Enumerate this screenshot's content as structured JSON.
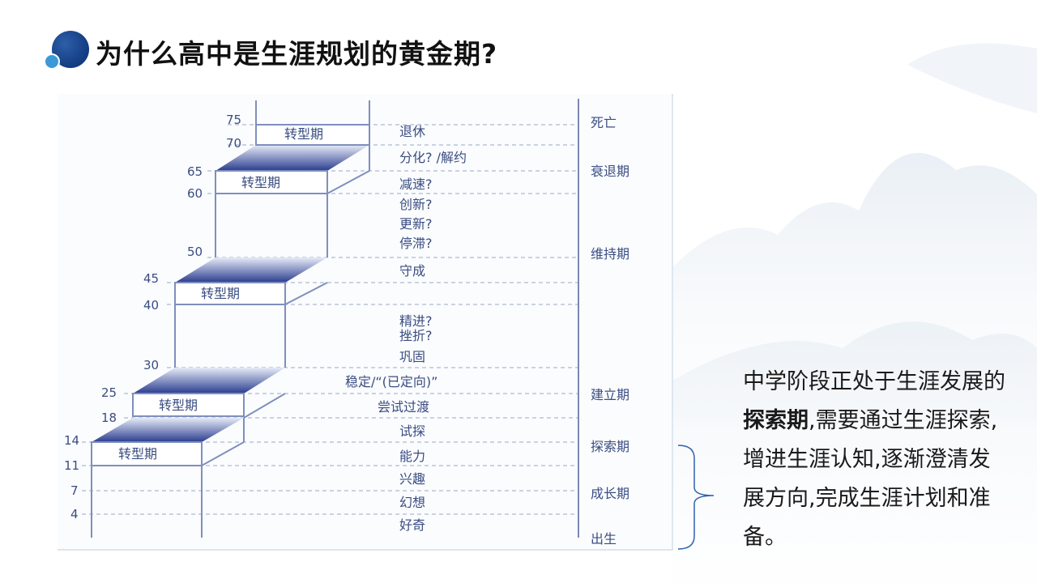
{
  "title": "为什么高中是生涯规划的黄金期?",
  "diagram": {
    "ages": [
      "75",
      "70",
      "65",
      "60",
      "50",
      "45",
      "40",
      "30",
      "25",
      "18",
      "14",
      "11",
      "7",
      "4"
    ],
    "transition_label": "转型期",
    "stages": [
      "退休",
      "分化? /解约",
      "减速?",
      "创新?",
      "更新?",
      "停滞?",
      "守成",
      "精进?",
      "挫折?",
      "巩固",
      "稳定/“(已定向)”",
      "尝试过渡",
      "试探",
      "能力",
      "兴趣",
      "幻想",
      "好奇"
    ],
    "side_labels": [
      "死亡",
      "衰退期",
      "维持期",
      "建立期",
      "探索期",
      "成长期",
      "出生"
    ]
  },
  "description": {
    "before": "中学阶段正处于生涯发展的",
    "bold": "探索期",
    "after": ",需要通过生涯探索,增进生涯认知,逐渐澄清发展方向,完成生涯计划和准备。"
  }
}
